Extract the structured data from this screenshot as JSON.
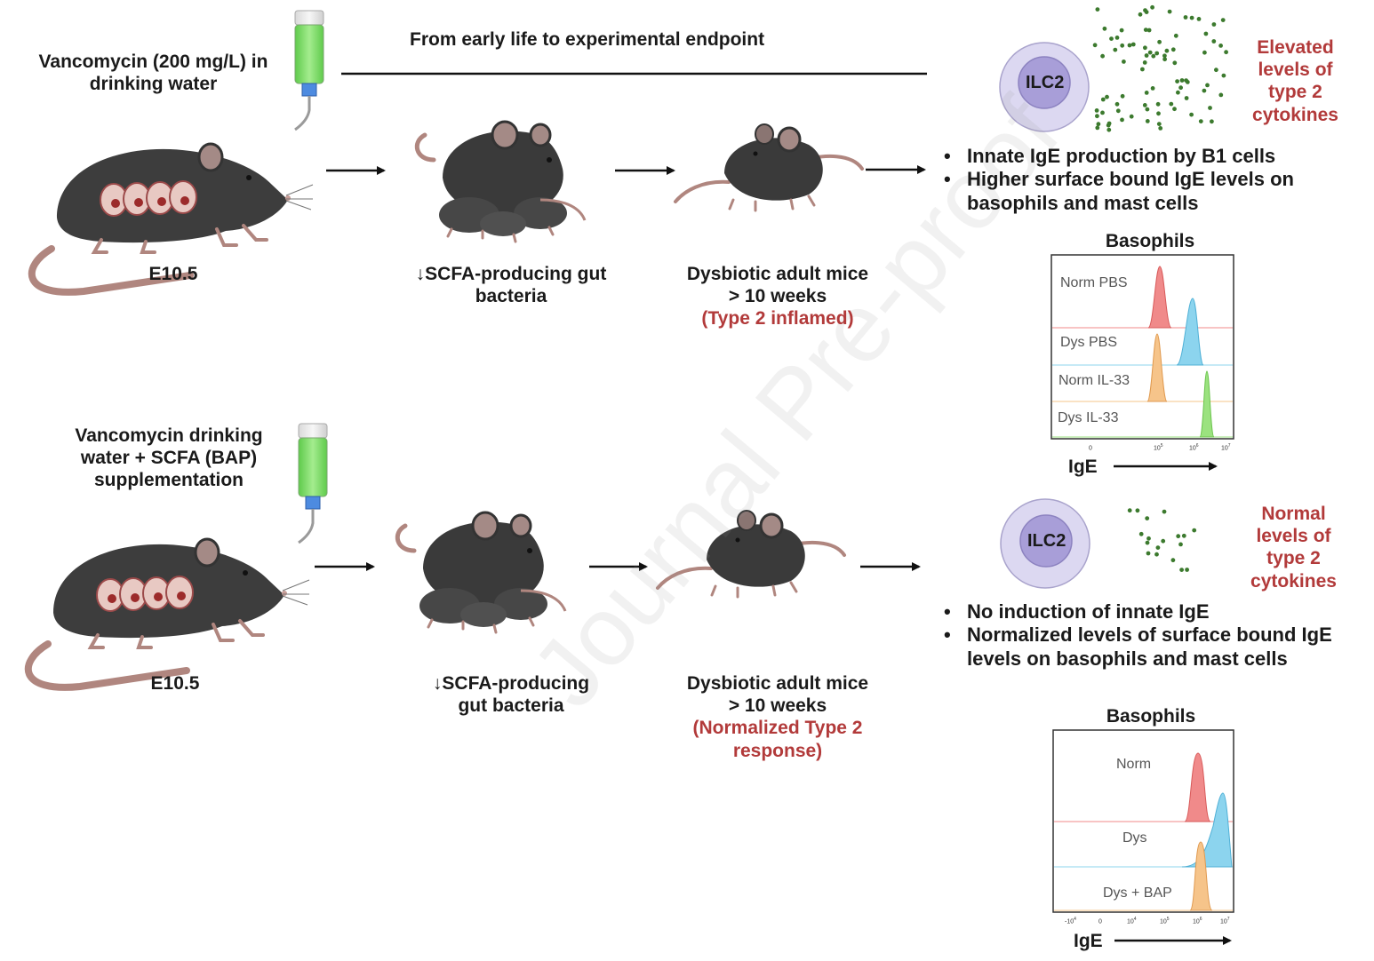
{
  "watermark": "Journal Pre-proof",
  "top": {
    "treatment": [
      "Vancomycin (200 mg/L) in",
      "drinking water"
    ],
    "timeline_label": "From early life to experimental endpoint",
    "e105": "E10.5",
    "scfa": [
      "↓SCFA-producing gut",
      "bacteria"
    ],
    "adult": [
      "Dysbiotic adult mice",
      "> 10 weeks"
    ],
    "adult_state": "(Type 2 inflamed)",
    "ilc2": "ILC2",
    "cytokines": [
      "Elevated",
      "levels of",
      "type 2",
      "cytokines"
    ],
    "bullets": [
      "Innate IgE production by B1 cells",
      "Higher surface bound IgE levels on basophils and mast cells"
    ],
    "flow": {
      "title": "Basophils",
      "axis": "IgE",
      "rows": [
        "Norm  PBS",
        "Dys PBS",
        "Norm IL-33",
        "Dys IL-33"
      ],
      "ticks": [
        "0",
        "10",
        "10",
        "10"
      ],
      "tick_exp": [
        "",
        "5",
        "6",
        "7"
      ]
    }
  },
  "bottom": {
    "treatment": [
      "Vancomycin drinking",
      "water + SCFA (BAP)",
      "supplementation"
    ],
    "e105": "E10.5",
    "scfa": [
      "↓SCFA-producing",
      "gut bacteria"
    ],
    "adult": [
      "Dysbiotic adult mice",
      "> 10 weeks"
    ],
    "adult_state": [
      "(Normalized Type 2",
      "response)"
    ],
    "ilc2": "ILC2",
    "cytokines": [
      "Normal",
      "levels of",
      "type 2",
      "cytokines"
    ],
    "bullets": [
      "No induction of innate IgE",
      "Normalized levels of surface bound IgE levels on basophils and mast cells"
    ],
    "flow": {
      "title": "Basophils",
      "axis": "IgE",
      "rows": [
        "Norm",
        "Dys",
        "Dys + BAP"
      ],
      "ticks": [
        "-10",
        "0",
        "10",
        "10",
        "10",
        "10"
      ],
      "tick_exp": [
        "4",
        "",
        "4",
        "5",
        "6",
        "7"
      ]
    }
  },
  "colors": {
    "red_text": "#b23a3a",
    "mouse": "#3a3a3a",
    "ear": "#a48a86",
    "tail": "#b0867f",
    "ilc2_outer": "#dcd8f1",
    "ilc2_inner": "#a89ed8",
    "cytokine": "#3c7a2e",
    "hist_red": "#f08a8a",
    "hist_blue": "#8cd4ee",
    "hist_orange": "#f6c48a",
    "hist_green": "#9be27f",
    "bottle_liquid": "#7bdc6a",
    "bottle_cap": "#4d8be0"
  },
  "icons": [
    "water-bottle-icon",
    "mouse-icon",
    "ilc2-cell-icon",
    "arrow-icon"
  ]
}
